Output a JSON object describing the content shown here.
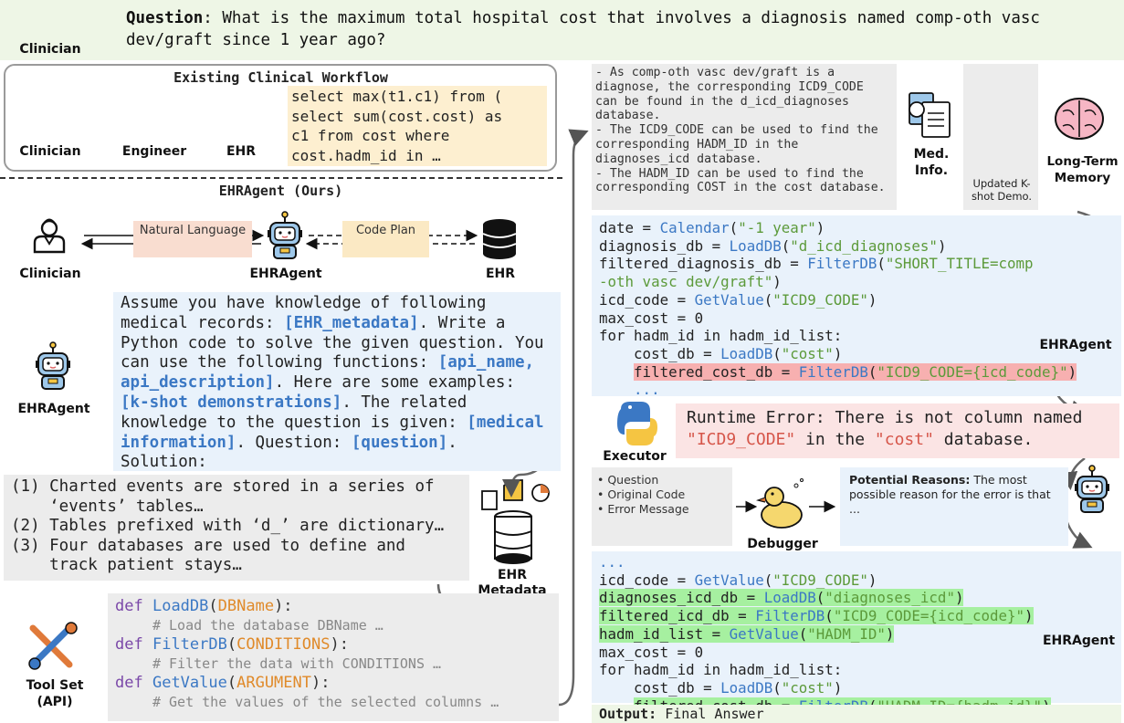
{
  "question": {
    "label": "Question",
    "text": "What is the maximum total hospital cost that involves a diagnosis named comp-oth vasc dev/graft since 1 year ago?"
  },
  "actors": {
    "clinician": "Clinician",
    "engineer": "Engineer",
    "ehr": "EHR",
    "ehragent": "EHRAgent",
    "executor": "Executor",
    "debugger": "Debugger",
    "med_info": "Med. Info.",
    "long_term_memory": "Long-Term Memory",
    "ehr_metadata": "EHR Metadata",
    "tool_set": "Tool Set (API)",
    "updated_kshot": "Updated K-shot Demo."
  },
  "existing_workflow": {
    "title": "Existing Clinical Workflow",
    "sql": "select max(t1.c1) from (\nselect sum(cost.cost) as\nc1 from cost where\ncost.hadm_id in …"
  },
  "ehragent_section": {
    "title": "EHRAgent (Ours)",
    "natural_language": "Natural Language",
    "code_plan": "Code Plan"
  },
  "prompt": {
    "p1": "Assume you have knowledge of following medical records: ",
    "t1": "[EHR_metadata]",
    "p2": ". Write a Python code to solve the given question. You can use the following functions: ",
    "t2": "[api_name, api_description]",
    "p3": ". Here are some examples: ",
    "t3": "[k-shot demonstrations]",
    "p4": ". The related knowledge to the question is given: ",
    "t4": "[medical information]",
    "p5": ". Question: ",
    "t5": "[question]",
    "p6": ". Solution:"
  },
  "metadata_text": "(1) Charted events are stored in a series of\n    ‘events’ tables…\n(2) Tables prefixed with ‘d_’ are dictionary…\n(3) Four databases are used to define and\n    track patient stays…",
  "api": {
    "def": "def",
    "load_name": "LoadDB",
    "load_arg": "DBName",
    "load_comment": "# Load the database DBName …",
    "filter_name": "FilterDB",
    "filter_arg": "CONDITIONS",
    "filter_comment": "# Filter the data with CONDITIONS …",
    "get_name": "GetValue",
    "get_arg": "ARGUMENT",
    "get_comment": "# Get the values of the selected columns …"
  },
  "med_info_text": "- As comp-oth vasc dev/graft is a\ndiagnose, the corresponding ICD9_CODE\ncan be found in the d_icd_diagnoses\ndatabase.\n- The ICD9_CODE can be used to find the\ncorresponding HADM_ID in the\ndiagnoses_icd database.\n- The HADM_ID can be used to find the\ncorresponding COST in the cost database.",
  "code1": {
    "l1a": "date = ",
    "l1f": "Calendar",
    "l1b": "(",
    "l1s": "\"-1 year\"",
    "l1c": ")",
    "l2a": "diagnosis_db = ",
    "l2f": "LoadDB",
    "l2b": "(",
    "l2s": "\"d_icd_diagnoses\"",
    "l2c": ")",
    "l3a": "filtered_diagnosis_db = ",
    "l3f": "FilterDB",
    "l3b": "(",
    "l3s": "\"SHORT_TITLE=comp",
    "l3s2": "-oth vasc dev/graft\"",
    "l3c": ")",
    "l4a": "icd_code = ",
    "l4f": "GetValue",
    "l4b": "(",
    "l4s": "\"ICD9_CODE\"",
    "l4c": ")",
    "l5": "max_cost = 0",
    "l6": "for hadm_id in hadm_id_list:",
    "l7a": "    cost_db = ",
    "l7f": "LoadDB",
    "l7b": "(",
    "l7s": "\"cost\"",
    "l7c": ")",
    "l8a": "filtered_cost_db = ",
    "l8f": "FilterDB",
    "l8b": "(",
    "l8s": "\"ICD9_CODE={icd_code}\"",
    "l8c": ")",
    "l9": "    ..."
  },
  "error": {
    "a": "Runtime Error: There is not column named\n",
    "s1": "\"ICD9_CODE\"",
    "b": " in the ",
    "s2": "\"cost\"",
    "c": " database."
  },
  "debug_inputs": "• Question\n• Original Code\n• Error Message",
  "reasons": {
    "label": "Potential Reasons:",
    "text": " The most possible reason for the error is that ..."
  },
  "code2": {
    "l0": "...",
    "l1a": "icd_code = ",
    "l1f": "GetValue",
    "l1b": "(",
    "l1s": "\"ICD9_CODE\"",
    "l1c": ")",
    "l2a": "diagnoses_icd_db = ",
    "l2f": "LoadDB",
    "l2b": "(",
    "l2s": "\"diagnoses_icd\"",
    "l2c": ")",
    "l3a": "filtered_icd_db = ",
    "l3f": "FilterDB",
    "l3b": "(",
    "l3s": "\"ICD9_CODE={icd_code}\"",
    "l3c": ")",
    "l4a": "hadm_id_list = ",
    "l4f": "GetValue",
    "l4b": "(",
    "l4s": "\"HADM_ID\"",
    "l4c": ")",
    "l5": "max_cost = 0",
    "l6": "for hadm_id in hadm_id_list:",
    "l7a": "    cost_db = ",
    "l7f": "LoadDB",
    "l7b": "(",
    "l7s": "\"cost\"",
    "l7c": ")",
    "l8a": "filtered_cost_db = ",
    "l8f": "FilterDB",
    "l8b": "(",
    "l8s": "\"HADM_ID={hadm_id}\"",
    "l8c": ")",
    "l9": "..."
  },
  "output": {
    "label": "Output:",
    "text": " Final Answer"
  },
  "colors": {
    "question_bg": "#eef6e6",
    "sql_bg": "#fdefd0",
    "prompt_bg": "#e9f2fb",
    "gray_bg": "#ececec",
    "error_bg": "#fbe4e4",
    "highlight_red": "#f7b0b0",
    "highlight_green": "#a6f0a0",
    "placeholder_blue": "#3b78c4"
  }
}
